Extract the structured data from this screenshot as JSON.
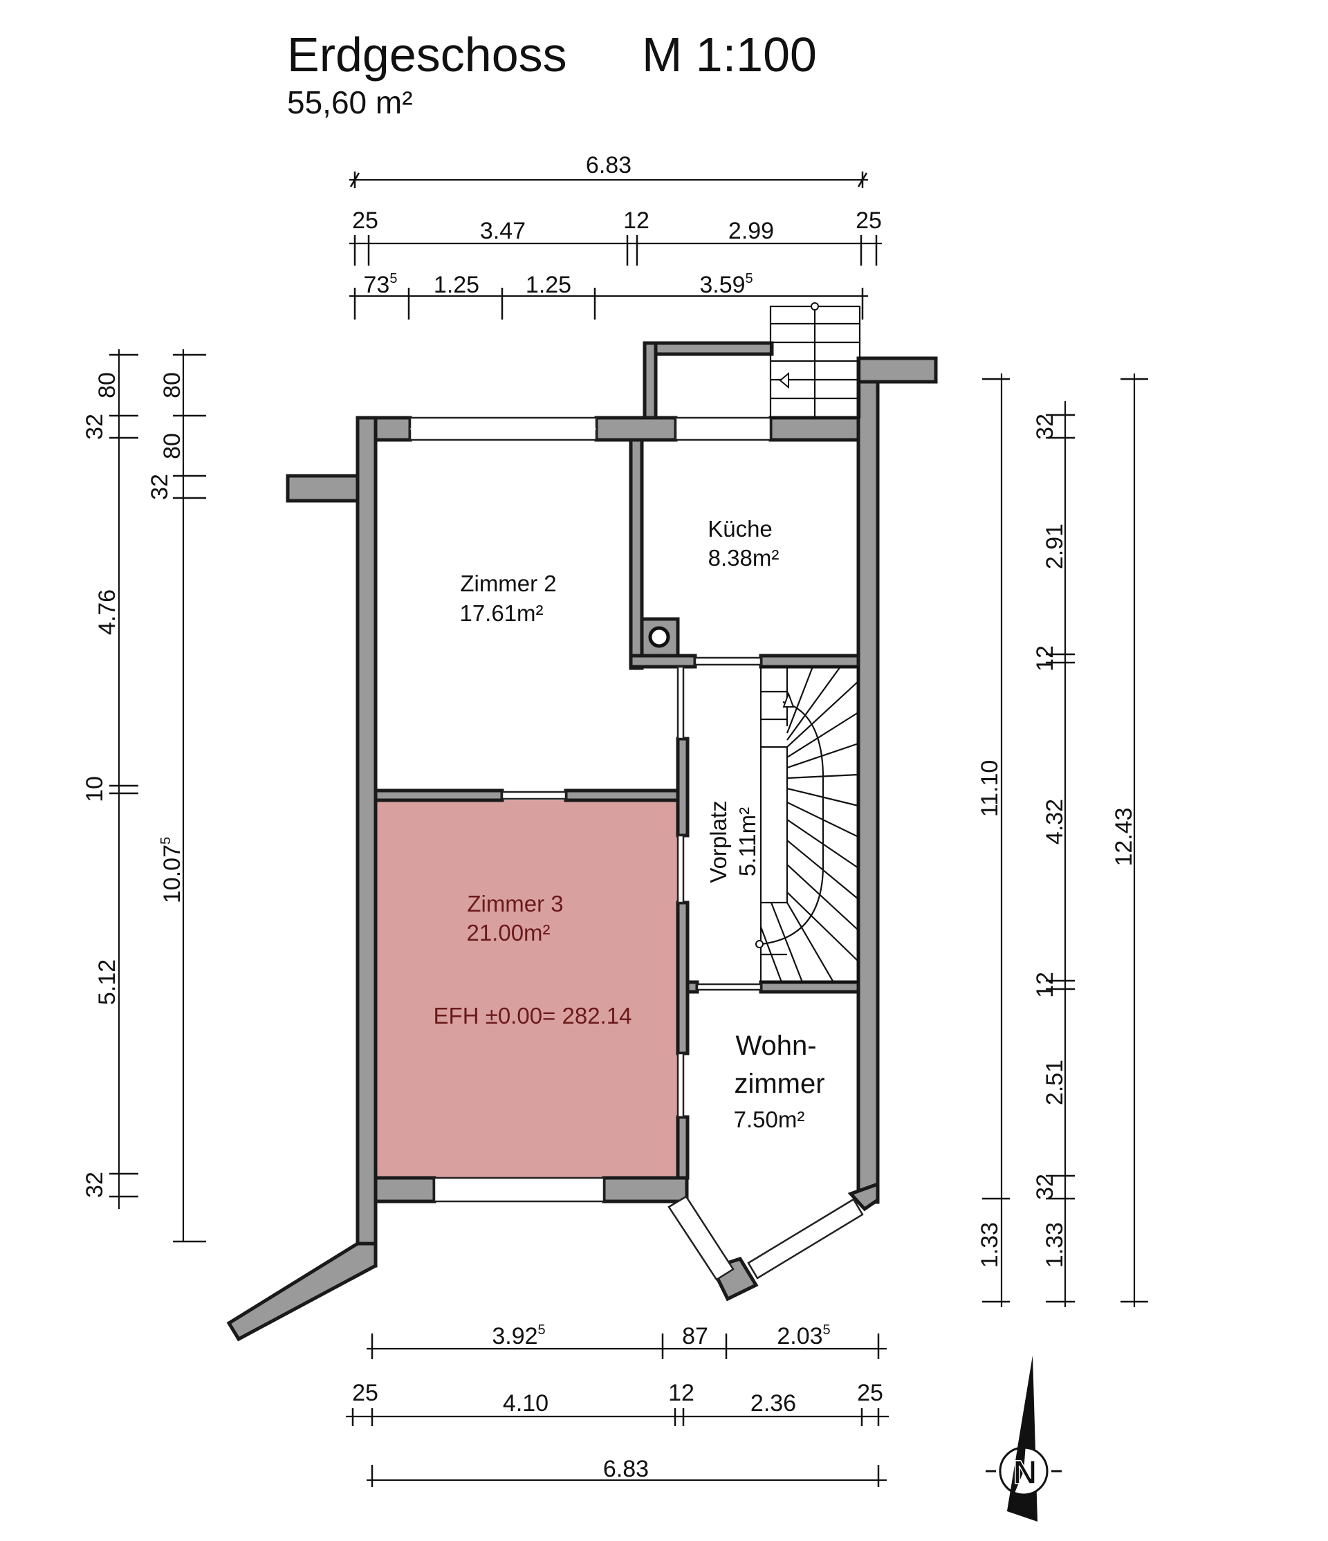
{
  "header": {
    "title": "Erdgeschoss",
    "scale": "M 1:100",
    "total_area": "55,60 m²"
  },
  "rooms": {
    "zimmer2": {
      "name": "Zimmer 2",
      "area": "17.61m²"
    },
    "kueche": {
      "name": "Küche",
      "area": "8.38m²"
    },
    "zimmer3": {
      "name": "Zimmer 3",
      "area": "21.00m²",
      "level": "EFH ±0.00= 282.14",
      "fill": "#d9a0a0"
    },
    "vorplatz": {
      "name": "Vorplatz",
      "area": "5.11m²"
    },
    "wohnzimmer": {
      "name_line1": "Wohn-",
      "name_line2": "zimmer",
      "area": "7.50m²"
    }
  },
  "dims_top": {
    "total": "6.83",
    "row2": [
      "25",
      "3.47",
      "12",
      "2.99",
      "25"
    ],
    "row3": [
      {
        "main": "73",
        "sup": "5"
      },
      {
        "main": "1.25",
        "sup": ""
      },
      {
        "main": "1.25",
        "sup": ""
      },
      {
        "main": "3.59",
        "sup": "5"
      }
    ]
  },
  "dims_bottom": {
    "row1": [
      {
        "main": "3.92",
        "sup": "5"
      },
      {
        "main": "87",
        "sup": ""
      },
      {
        "main": "2.03",
        "sup": "5"
      }
    ],
    "row2": [
      "25",
      "4.10",
      "12",
      "2.36",
      "25"
    ],
    "total": "6.83"
  },
  "dims_left": {
    "outer": [
      "80",
      "32",
      "4.76",
      "10",
      "5.12",
      "32"
    ],
    "inner": [
      "80",
      "80",
      "32",
      {
        "main": "10.07",
        "sup": "5"
      }
    ]
  },
  "dims_right": {
    "a": [
      "11.10",
      "1.33"
    ],
    "b": [
      "32",
      "2.91",
      "12",
      "4.32",
      "12",
      "2.51",
      "32",
      "1.33"
    ],
    "c": [
      "12.43"
    ]
  },
  "compass": {
    "letter": "N"
  },
  "colors": {
    "wall": "#9a9a9a",
    "wall_outline": "#1a1a1a",
    "room3": "#d9a0a0"
  }
}
